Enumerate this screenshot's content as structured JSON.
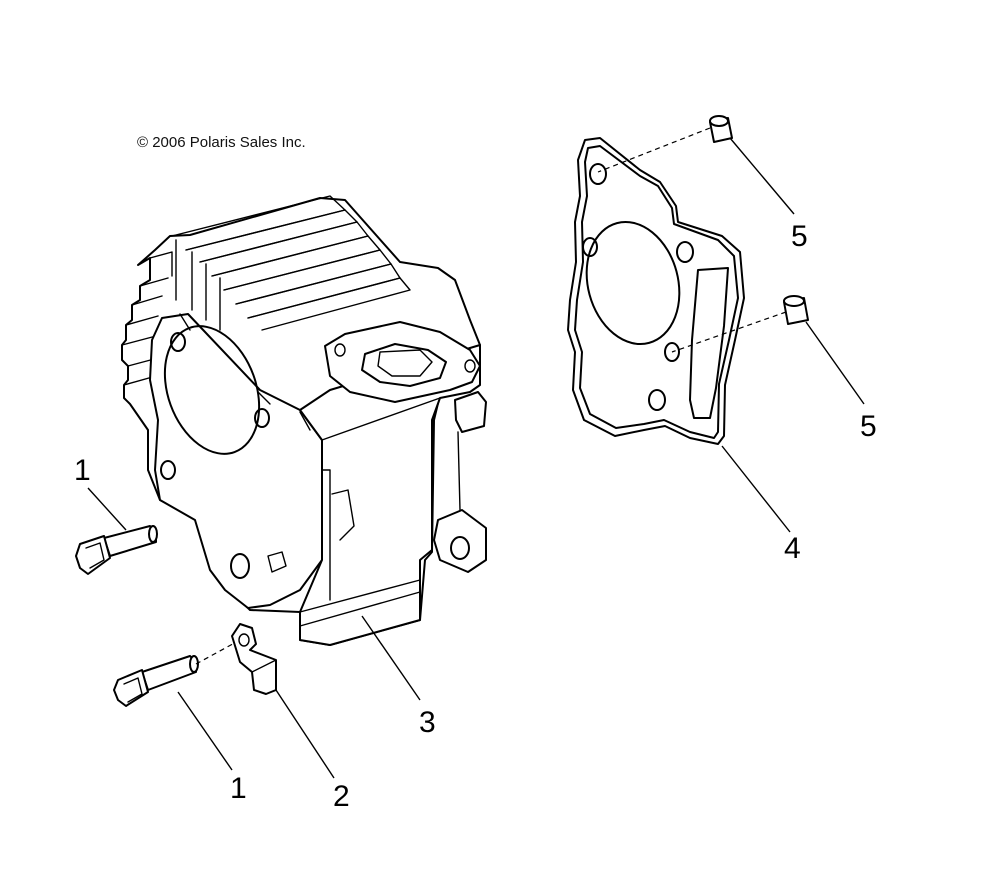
{
  "copyright": "© 2006 Polaris Sales Inc.",
  "callouts": [
    {
      "id": "bolt-upper",
      "label": "1"
    },
    {
      "id": "bolt-lower",
      "label": "1"
    },
    {
      "id": "clamp",
      "label": "2"
    },
    {
      "id": "cylinder",
      "label": "3"
    },
    {
      "id": "gasket",
      "label": "4"
    },
    {
      "id": "dowel-upper",
      "label": "5"
    },
    {
      "id": "dowel-lower",
      "label": "5"
    }
  ]
}
